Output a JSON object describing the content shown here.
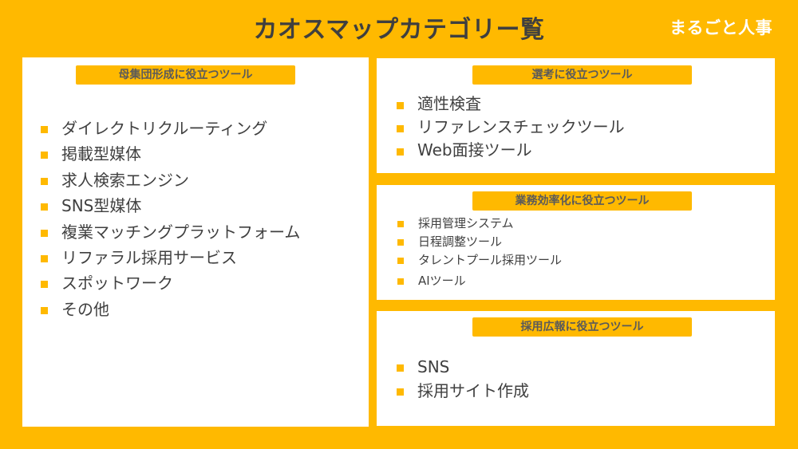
{
  "header": {
    "title": "カオスマップカテゴリー覧",
    "brand": "まるごと人事"
  },
  "colors": {
    "background": "#FFB900",
    "panel": "#FFFFFF",
    "label_text": "#5A5A5A",
    "body_text": "#404040",
    "bullet": "#FFB900"
  },
  "panels": {
    "population": {
      "label": "母集団形成に役立つツール",
      "items": [
        "ダイレクトリクルーティング",
        "掲載型媒体",
        "求人検索エンジン",
        "SNS型媒体",
        "複業マッチングプラットフォーム",
        "リファラル採用サービス",
        "スポットワーク",
        "その他"
      ]
    },
    "selection": {
      "label": "選考に役立つツール",
      "items": [
        "適性検査",
        "リファレンスチェックツール",
        "Web面接ツール"
      ]
    },
    "efficiency": {
      "label": "業務効率化に役立つツール",
      "items": [
        "採用管理システム",
        "日程調整ツール",
        "タレントプール採用ツール",
        "AIツール"
      ]
    },
    "pr": {
      "label": "採用広報に役立つツール",
      "items": [
        "SNS",
        "採用サイト作成"
      ]
    }
  }
}
